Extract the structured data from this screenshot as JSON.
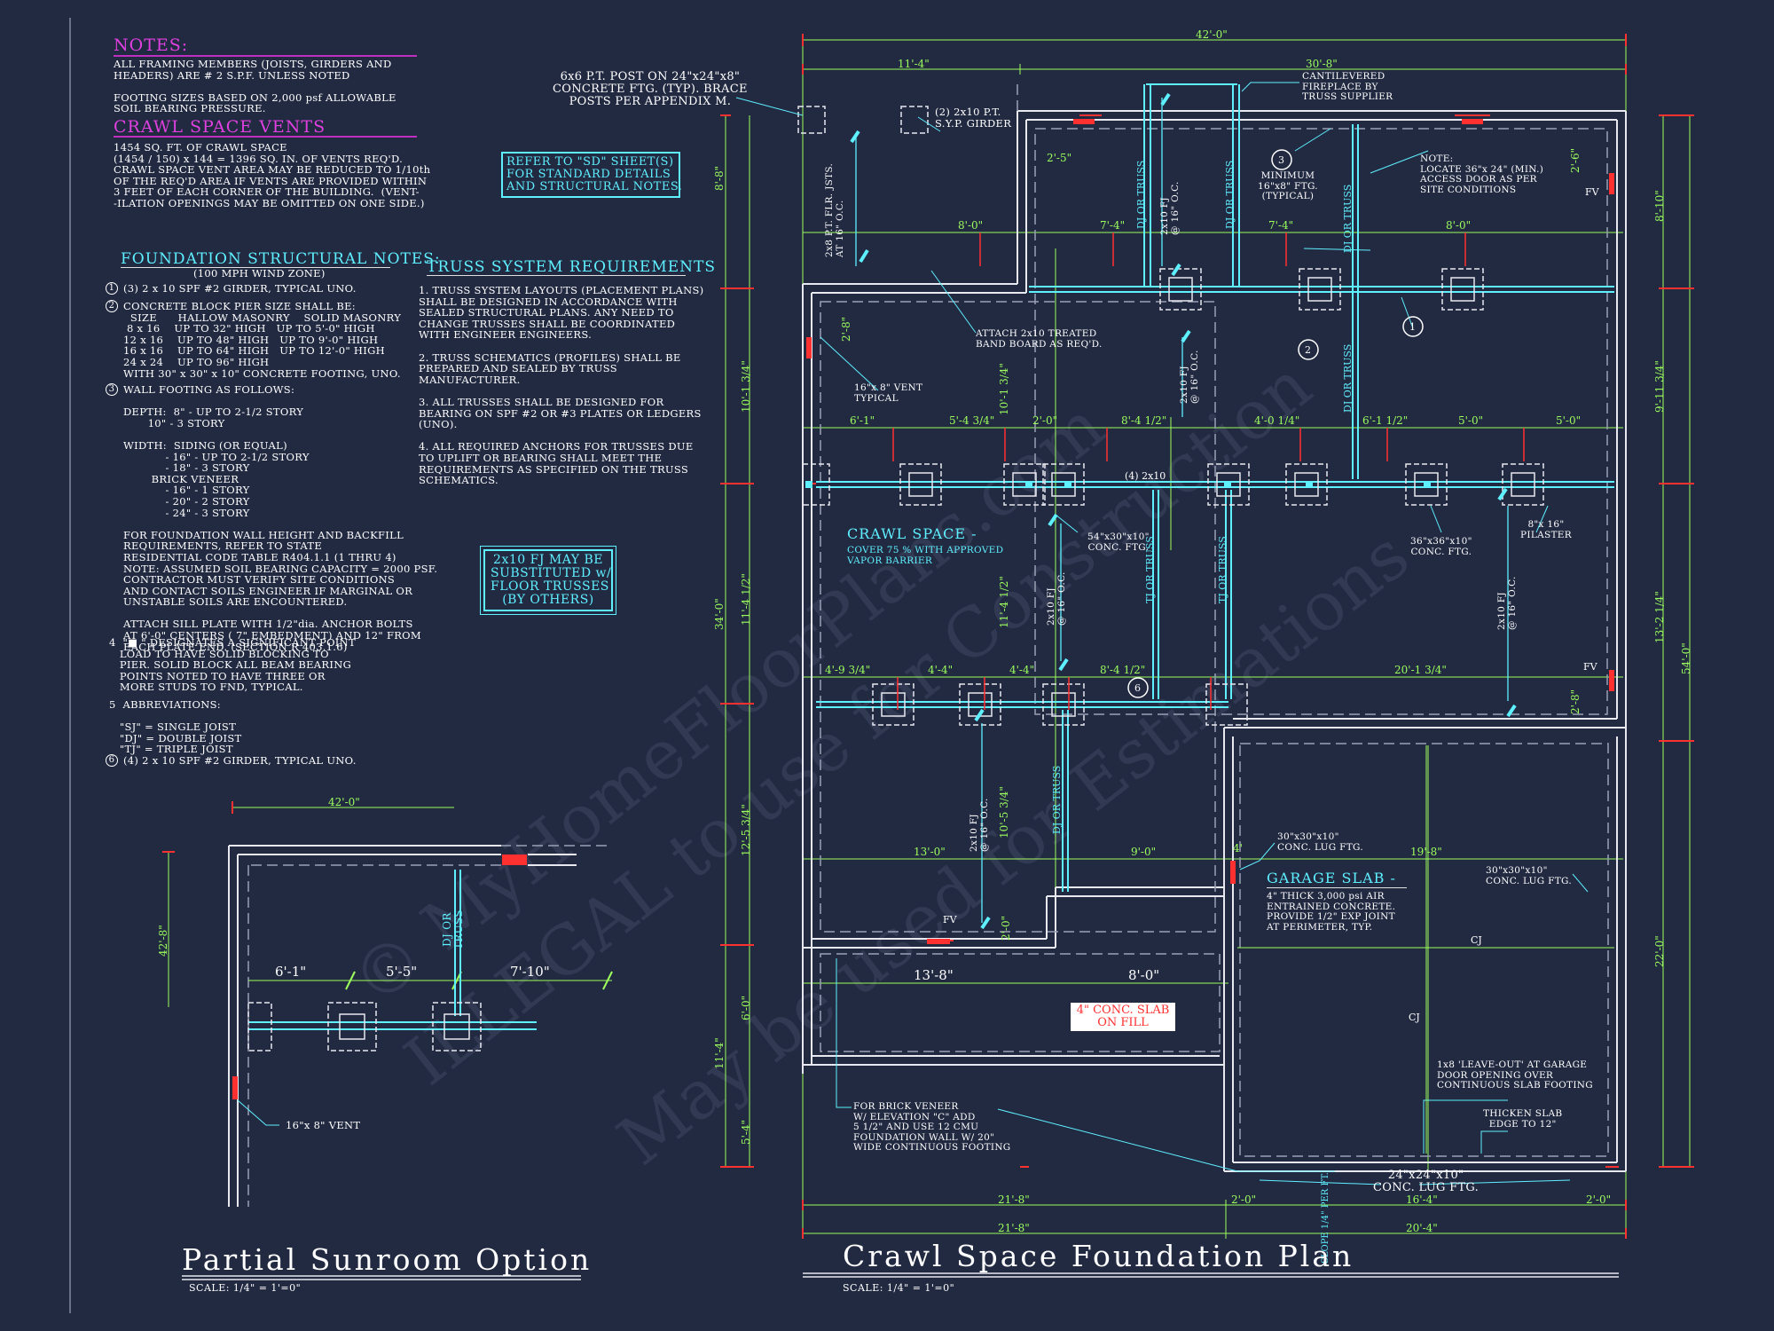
{
  "notes": {
    "heading": "NOTES:",
    "lines": "ALL FRAMING MEMBERS (JOISTS, GIRDERS AND\nHEADERS) ARE # 2 S.P.F. UNLESS NOTED\n\nFOOTING SIZES BASED ON 2,000 psf ALLOWABLE\nSOIL BEARING PRESSURE."
  },
  "vents": {
    "heading": "CRAWL SPACE VENTS",
    "lines": "1454 SQ. FT. OF CRAWL SPACE\n(1454 / 150) x 144 = 1396 SQ. IN. OF VENTS REQ'D.\nCRAWL SPACE VENT AREA MAY BE REDUCED TO 1/10th\nOF THE REQ'D AREA IF VENTS ARE PROVIDED WITHIN\n3 FEET OF EACH CORNER OF THE BUILDING.  (VENT-\n-ILATION OPENINGS MAY BE OMITTED ON ONE SIDE.)"
  },
  "foundation": {
    "heading": "FOUNDATION STRUCTURAL NOTES:",
    "sub": "(100 MPH WIND ZONE)",
    "n1": "(3) 2 x 10 SPF #2 GIRDER, TYPICAL UNO.",
    "n2": "CONCRETE BLOCK PIER SIZE SHALL BE:\n  SIZE      HALLOW MASONRY    SOLID MASONRY\n 8 x 16    UP TO 32\" HIGH   UP TO 5'-0\" HIGH\n12 x 16    UP TO 48\" HIGH   UP TO 9'-0\" HIGH\n16 x 16    UP TO 64\" HIGH   UP TO 12'-0\" HIGH\n24 x 24    UP TO 96\" HIGH\nWITH 30\" x 30\" x 10\" CONCRETE FOOTING, UNO.",
    "n3": "WALL FOOTING AS FOLLOWS:\n\nDEPTH:  8\" - UP TO 2-1/2 STORY\n       10\" - 3 STORY\n\nWIDTH:  SIDING (OR EQUAL)\n            - 16\" - UP TO 2-1/2 STORY\n            - 18\" - 3 STORY\n        BRICK VENEER\n            - 16\" - 1 STORY\n            - 20\" - 2 STORY\n            - 24\" - 3 STORY\n\nFOR FOUNDATION WALL HEIGHT AND BACKFILL\nREQUIREMENTS, REFER TO STATE\nRESIDENTIAL CODE TABLE R404.1.1 (1 THRU 4)\nNOTE: ASSUMED SOIL BEARING CAPACITY = 2000 PSF.\nCONTRACTOR MUST VERIFY SITE CONDITIONS\nAND CONTACT SOILS ENGINEER IF MARGINAL OR\nUNSTABLE SOILS ARE ENCOUNTERED.\n\nATTACH SILL PLATE WITH 1/2\"dia. ANCHOR BOLTS\nAT 6'-0\" CENTERS ( 7\" EMBEDMENT) AND 12\" FROM\nEACH PLATE END. (SECTION R 403.1.6)",
    "n4": "4  \"■ \" DESIGNATES A SIGNIFICANT POINT\n   LOAD TO HAVE SOLID BLOCKING TO\n   PIER. SOLID BLOCK ALL BEAM BEARING\n   POINTS NOTED TO HAVE THREE OR\n   MORE STUDS TO FND, TYPICAL.",
    "n5": "5  ABBREVIATIONS:\n\n   \"SJ\" = SINGLE JOIST\n   \"DJ\" = DOUBLE JOIST\n   \"TJ\" = TRIPLE JOIST",
    "n6": "(4) 2 x 10 SPF #2 GIRDER, TYPICAL UNO."
  },
  "truss": {
    "heading": "TRUSS SYSTEM REQUIREMENTS",
    "lines": "1. TRUSS SYSTEM LAYOUTS (PLACEMENT PLANS)\nSHALL BE DESIGNED IN ACCORDANCE WITH\nSEALED STRUCTURAL PLANS. ANY NEED TO\nCHANGE TRUSSES SHALL BE COORDINATED\nWITH ENGINEER ENGINEERS.\n\n2. TRUSS SCHEMATICS (PROFILES) SHALL BE\nPREPARED AND SEALED BY TRUSS\nMANUFACTURER.\n\n3. ALL TRUSSES SHALL BE DESIGNED FOR\nBEARING ON SPF #2 OR #3 PLATES OR LEDGERS\n(UNO).\n\n4. ALL REQUIRED ANCHORS FOR TRUSSES DUE\nTO UPLIFT OR BEARING SHALL MEET THE\nREQUIREMENTS AS SPECIFIED ON THE TRUSS\nSCHEMATICS."
  },
  "post_note": "6x6 P.T. POST ON 24\"x24\"x8\"\nCONCRETE FTG. (TYP). BRACE\nPOSTS PER APPENDIX M.",
  "refer_box": "REFER TO \"SD\" SHEET(S)\nFOR STANDARD DETAILS\nAND STRUCTURAL NOTES.",
  "fj_box": "2x10 FJ MAY BE\nSUBSTITUTED w/\nFLOOR TRUSSES\n(BY OTHERS)",
  "plan": {
    "dims_top": [
      "42'-0\"",
      "11'-4\"",
      "30'-8\""
    ],
    "dims_row1": [
      "8'-0\"",
      "7'-4\"",
      "7'-4\"",
      "8'-0\"",
      "2'-5\""
    ],
    "dims_row2": [
      "6'-1\"",
      "5'-4 3/4\"",
      "2'-0\"",
      "8'-4 1/2\"",
      "4'-0 1/4\"",
      "6'-1 1/2\"",
      "5'-0\"",
      "5'-0\""
    ],
    "dims_row3": [
      "4'-9 3/4\"",
      "4'-4\"",
      "4'-4\"",
      "8'-4 1/2\"",
      "20'-1 3/4\""
    ],
    "dims_row4": [
      "13'-0\"",
      "9'-0\"",
      "19'-8\""
    ],
    "dims_row5": [
      "13'-8\"",
      "8'-0\""
    ],
    "dims_bottom": [
      "21'-8\"",
      "2'-0\"",
      "16'-4\"",
      "2'-0\"",
      "21'-8\"",
      "20'-4\""
    ],
    "dims_left": [
      "8'-8\"",
      "10'-1 3/4\"",
      "11'-4 1/2\"",
      "12'-5 3/4\"",
      "6'-0\"",
      "11'-4\"",
      "5'-4\"",
      "34'-0\""
    ],
    "dims_right": [
      "8'-10\"",
      "9'-11 3/4\"",
      "13'-2 1/4\"",
      "54'-0\"",
      "22'-0\"",
      "2'-6\"",
      "2'-8\""
    ],
    "dims_inner": [
      "11'-4 1/2\"",
      "10'-5 3/4\"",
      "10'-1 3/4\"",
      "2'-8\"",
      "2'-0\"",
      "4'"
    ],
    "girder_label": "(2) 2x10 P.T.\nS.Y.P. GIRDER",
    "fireplace": "CANTILEVERED\nFIREPLACE BY\nTRUSS SUPPLIER",
    "min_ftg": "MINIMUM\n16\"x8\" FTG.\n(TYPICAL)",
    "access_note": "NOTE:\nLOCATE 36\"x 24\" (MIN.)\nACCESS DOOR AS PER\nSITE CONDITIONS",
    "band_board": "ATTACH 2x10 TREATED\nBAND BOARD AS REQ'D.",
    "vent_typ": "16\"x 8\" VENT\nTYPICAL",
    "jsts": "2x8 P.T. FLR. JSTS.\nAT 16\" O.C.",
    "fj16": "2x10 FJ\n@ 16\" O.C.",
    "dj_truss": "DJ OR TRUSS",
    "tj_truss": "TJ OR TRUSS",
    "girder_4": "(4) 2x10",
    "crawl_title": "CRAWL SPACE -",
    "crawl_sub": "COVER 75 % WITH APPROVED\nVAPOR BARRIER",
    "ftg_54": "54\"x30\"x10\"\nCONC. FTG.",
    "ftg_36": "36\"x36\"x10\"\nCONC. FTG.",
    "pilaster": "8\"x 16\"\nPILASTER",
    "lug_30a": "30\"x30\"x10\"\nCONC. LUG FTG.",
    "lug_30b": "30\"x30\"x10\"\nCONC. LUG FTG.",
    "garage_title": "GARAGE SLAB -",
    "garage_sub": "4\" THICK 3,000 psi AIR\nENTRAINED CONCRETE.\nPROVIDE 1/2\" EXP JOINT\nAT PERIMETER, TYP.",
    "slope": "SLOPE 1/4\" PER FT.",
    "cj": "CJ",
    "fv": "FV",
    "conc_slab": "4\" CONC. SLAB\nON FILL",
    "brick_note": "FOR BRICK VENEER\nW/ ELEVATION \"C\" ADD\n5 1/2\" AND USE 12 CMU\nFOUNDATION WALL W/ 20\"\nWIDE CONTINUOUS FOOTING",
    "leave_out": "1x8 'LEAVE-OUT' AT GARAGE\nDOOR OPENING OVER\nCONTINUOUS SLAB FOOTING",
    "thicken": "THICKEN SLAB\nEDGE TO 12\"",
    "lug_24": "24\"x24\"x10\"\nCONC. LUG FTG.",
    "tags": [
      "1",
      "2",
      "3",
      "6"
    ]
  },
  "sunroom": {
    "dims": [
      "42'-0\"",
      "6'-1\"",
      "5'-5\"",
      "7'-10\"",
      "42'-8\""
    ],
    "dj_truss": "DJ OR\nTRUSS",
    "vent": "16\"x 8\" VENT"
  },
  "titles": {
    "sunroom": "Partial Sunroom Option",
    "sunroom_scale": "SCALE: 1/4\" = 1'=0\"",
    "plan": "Crawl Space Foundation Plan",
    "plan_scale": "SCALE: 1/4\" = 1'=0\""
  },
  "watermark": {
    "l1": "© MyHomeFloorPlans.com",
    "l2": "ILLEGAL to use for Construction",
    "l3": "May be used for Estimations"
  }
}
